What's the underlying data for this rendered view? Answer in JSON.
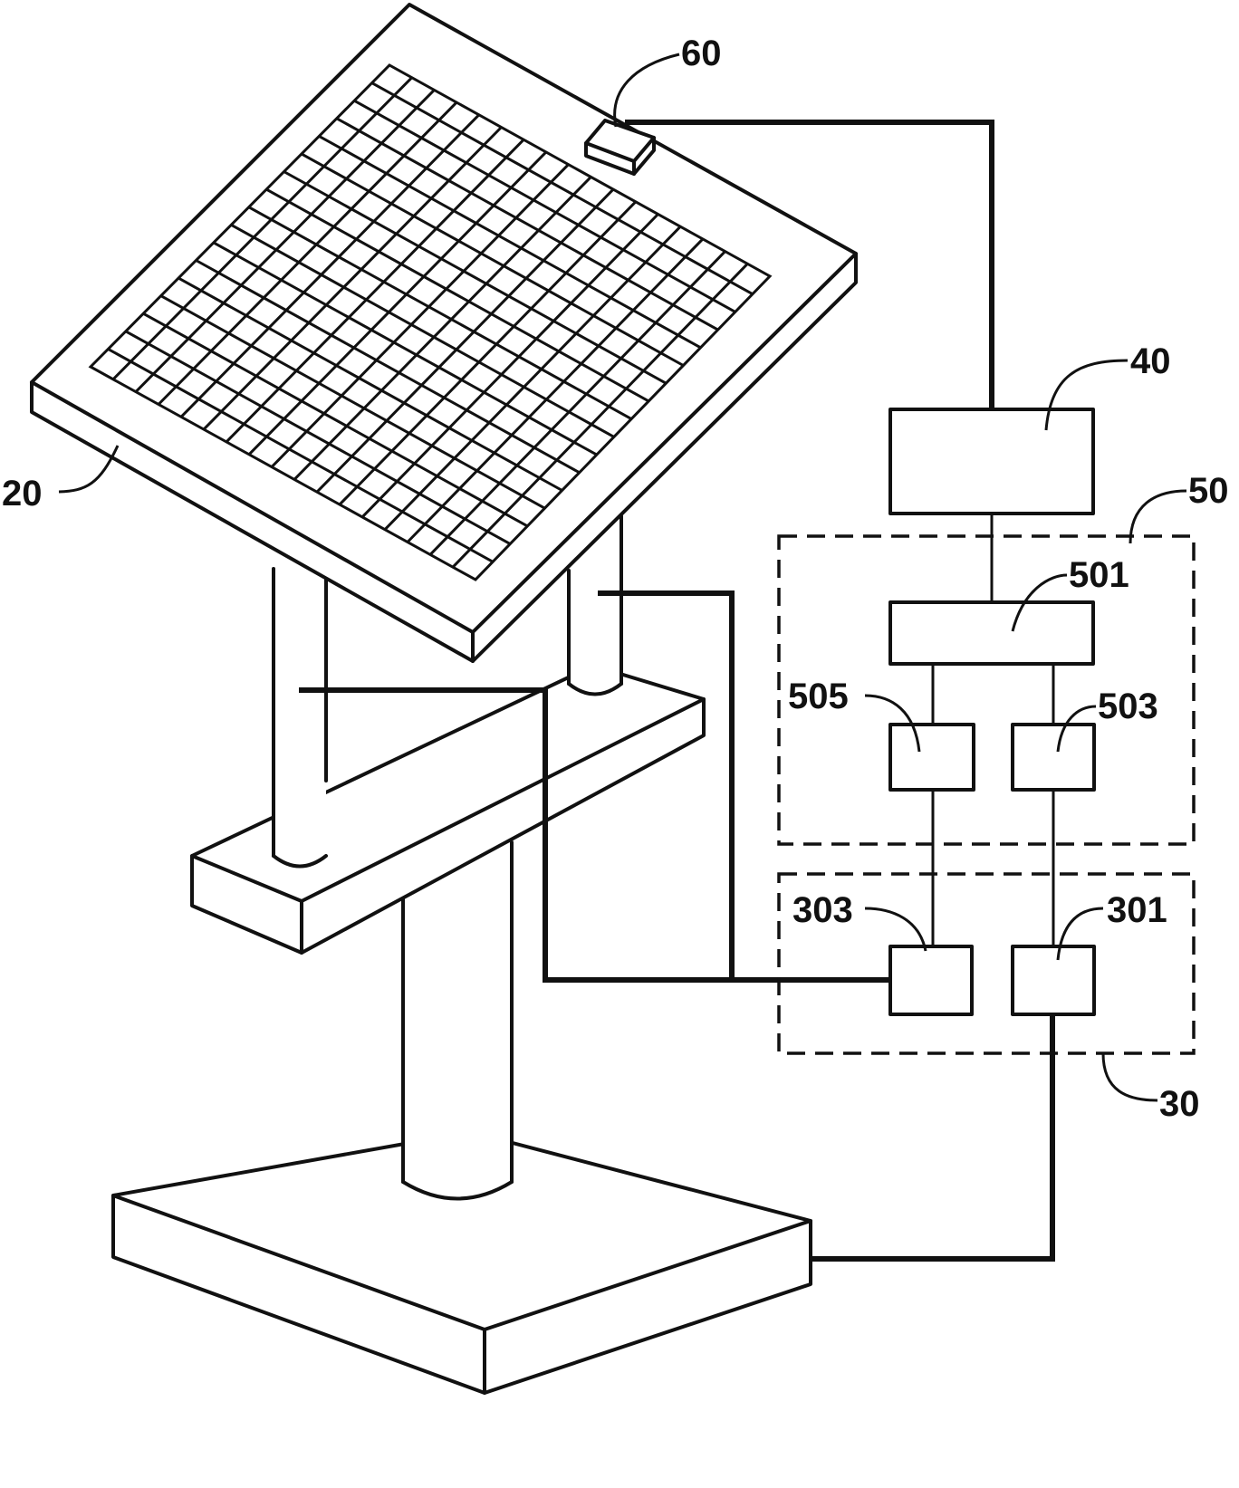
{
  "labels": {
    "solar_panel": "20",
    "drive_unit": "30",
    "drive_a": "301",
    "drive_b": "303",
    "controller": "40",
    "processing_unit": "50",
    "processor": "501",
    "sub_a": "503",
    "sub_b": "505",
    "sensor": "60"
  }
}
